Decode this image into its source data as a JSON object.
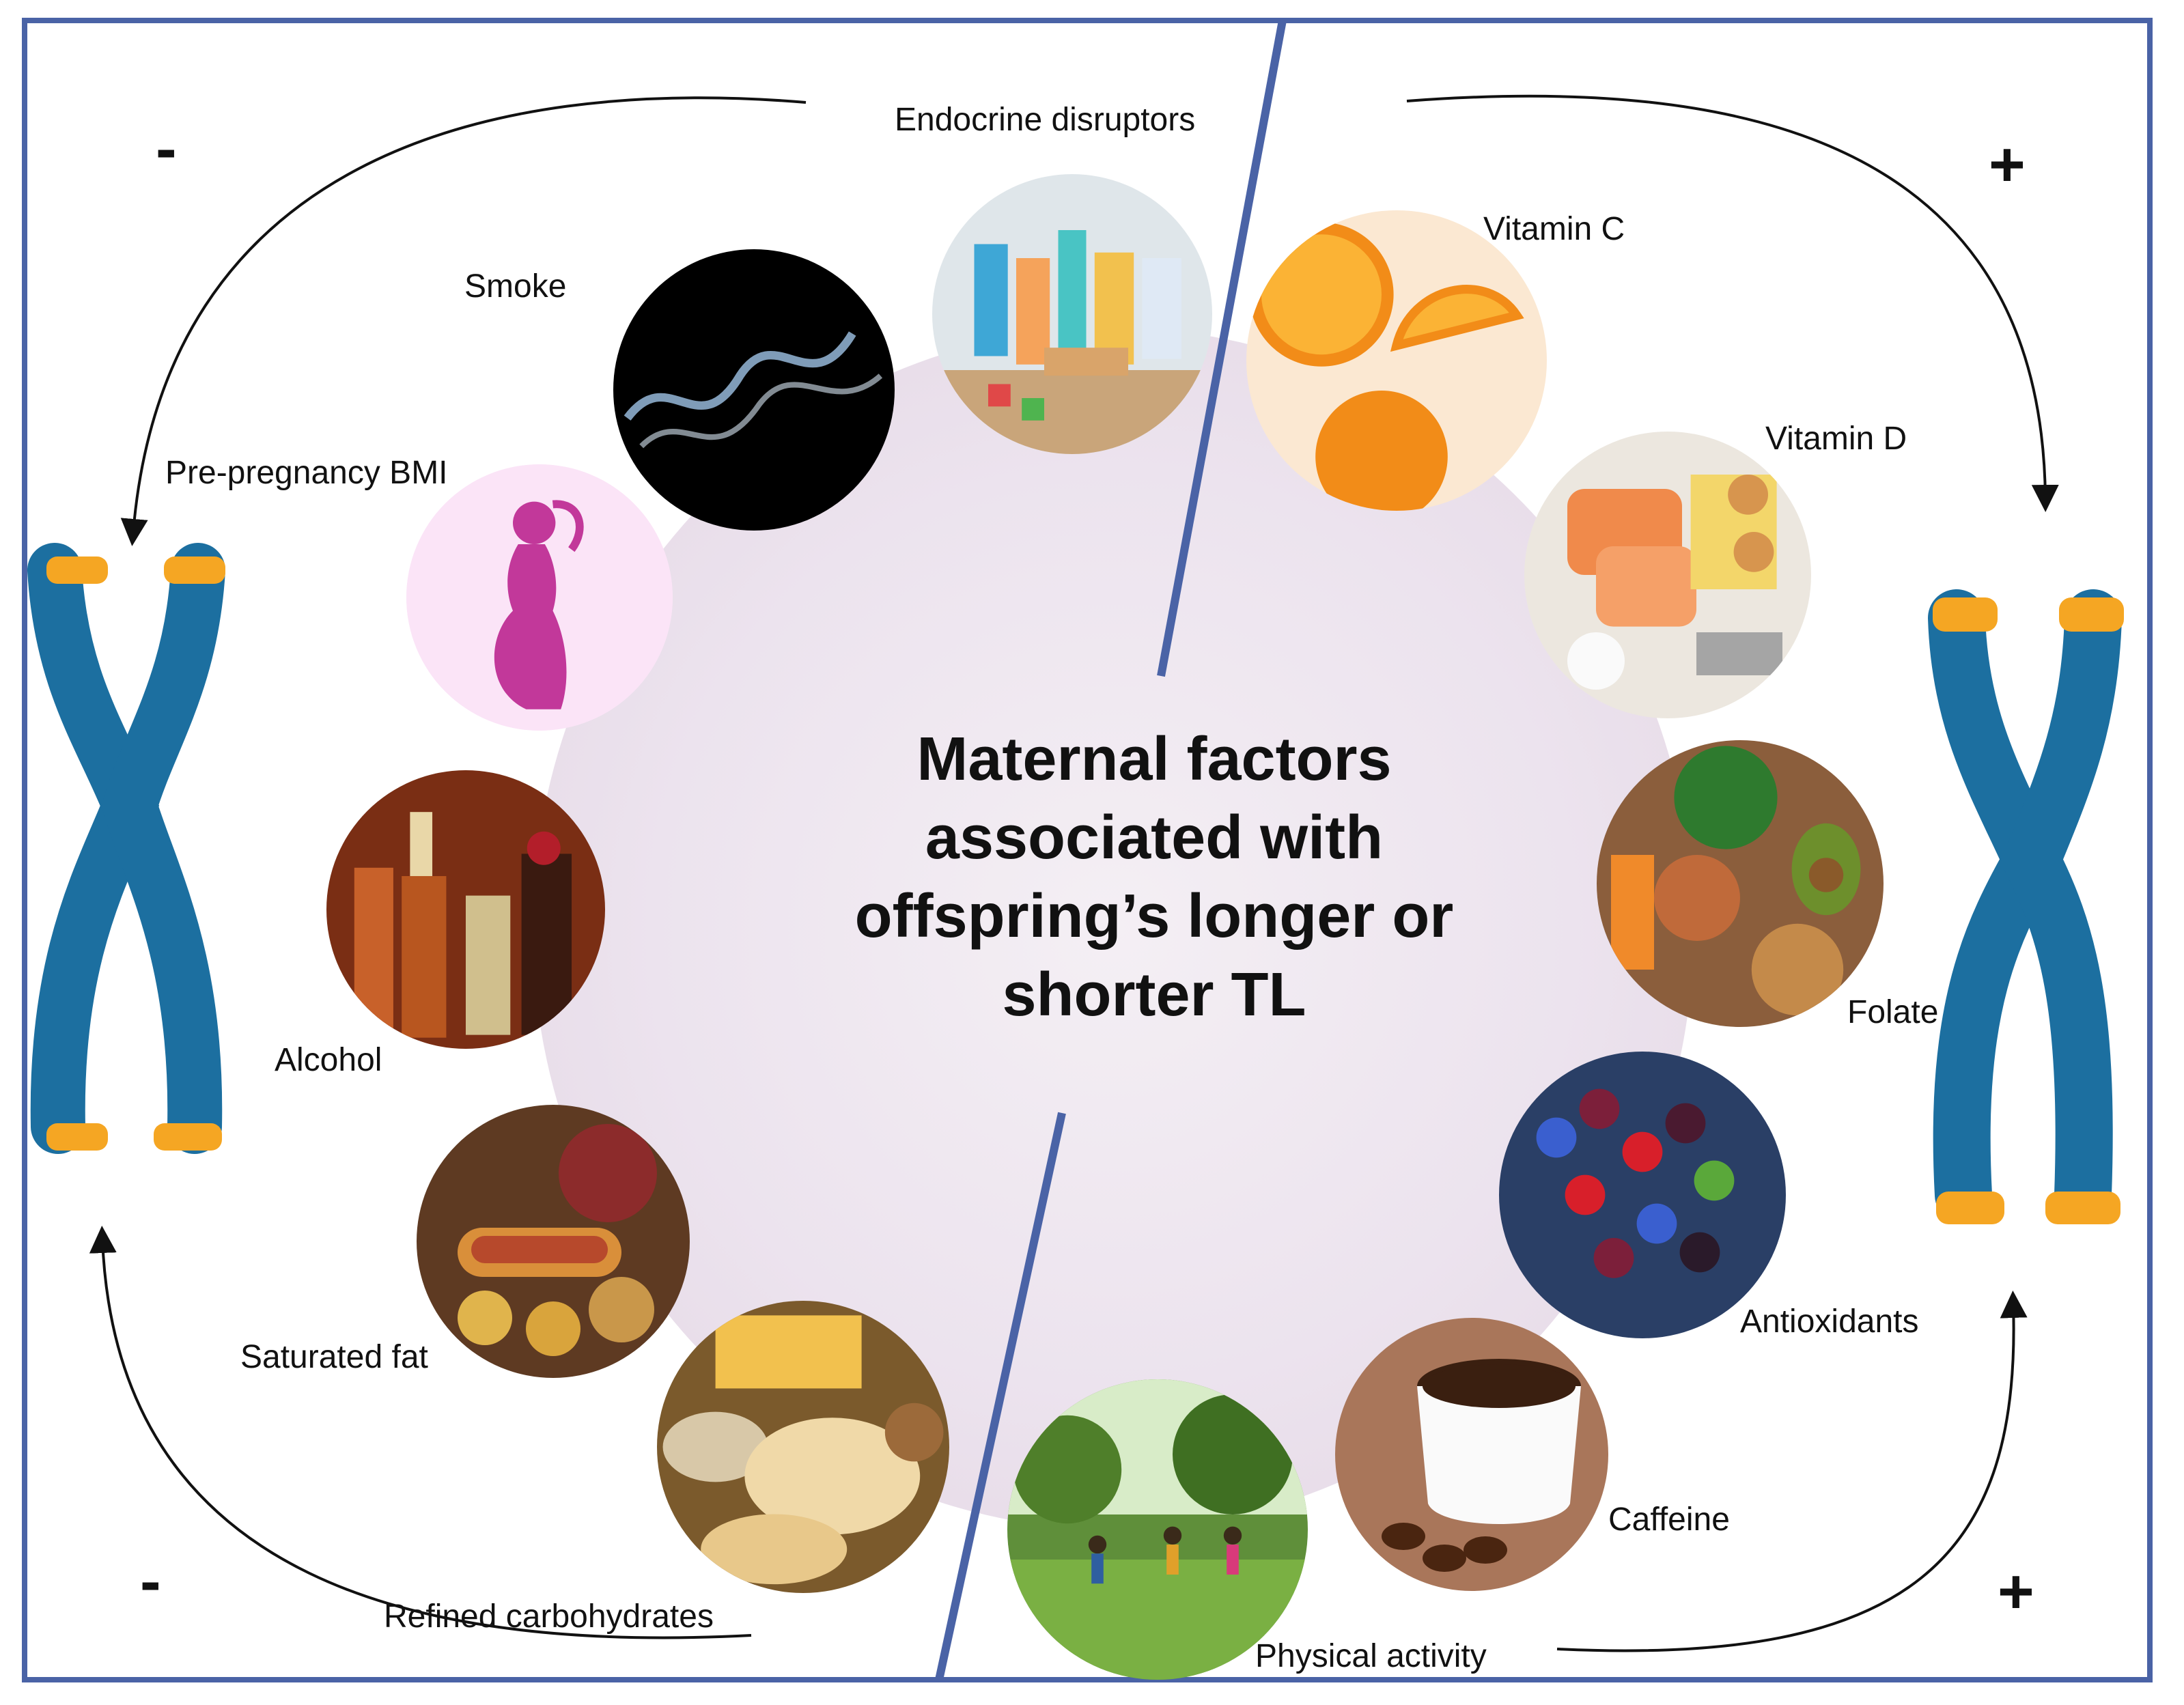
{
  "title": "Maternal factors associated with offspring’s longer or shorter TL",
  "signs": {
    "top_left": "-",
    "bottom_left": "-",
    "top_right": "+",
    "bottom_right": "+"
  },
  "negative_factors": [
    {
      "label": "Endocrine disruptors",
      "icon": "consumer-products-photo"
    },
    {
      "label": "Smoke",
      "icon": "smoke-photo"
    },
    {
      "label": "Pre-pregnancy BMI",
      "icon": "pregnant-silhouette-icon"
    },
    {
      "label": "Alcohol",
      "icon": "alcohol-bottles-photo"
    },
    {
      "label": "Saturated fat",
      "icon": "fatty-food-photo"
    },
    {
      "label": "Refined carbohydrates",
      "icon": "bread-pasta-photo"
    }
  ],
  "positive_factors": [
    {
      "label": "Vitamin C",
      "icon": "orange-photo"
    },
    {
      "label": "Vitamin D",
      "icon": "fish-eggs-photo"
    },
    {
      "label": "Folate",
      "icon": "vegetables-nuts-photo"
    },
    {
      "label": "Antioxidants",
      "icon": "berries-photo"
    },
    {
      "label": "Caffeine",
      "icon": "coffee-cup-photo"
    },
    {
      "label": "Physical activity",
      "icon": "children-playing-photo"
    }
  ],
  "colors": {
    "frame": "#4a63a6",
    "chromosome": "#1c6fa0",
    "telomere": "#f5a623",
    "silhouette": "#c2389a",
    "silhouette_bg": "#fbe4f7"
  }
}
